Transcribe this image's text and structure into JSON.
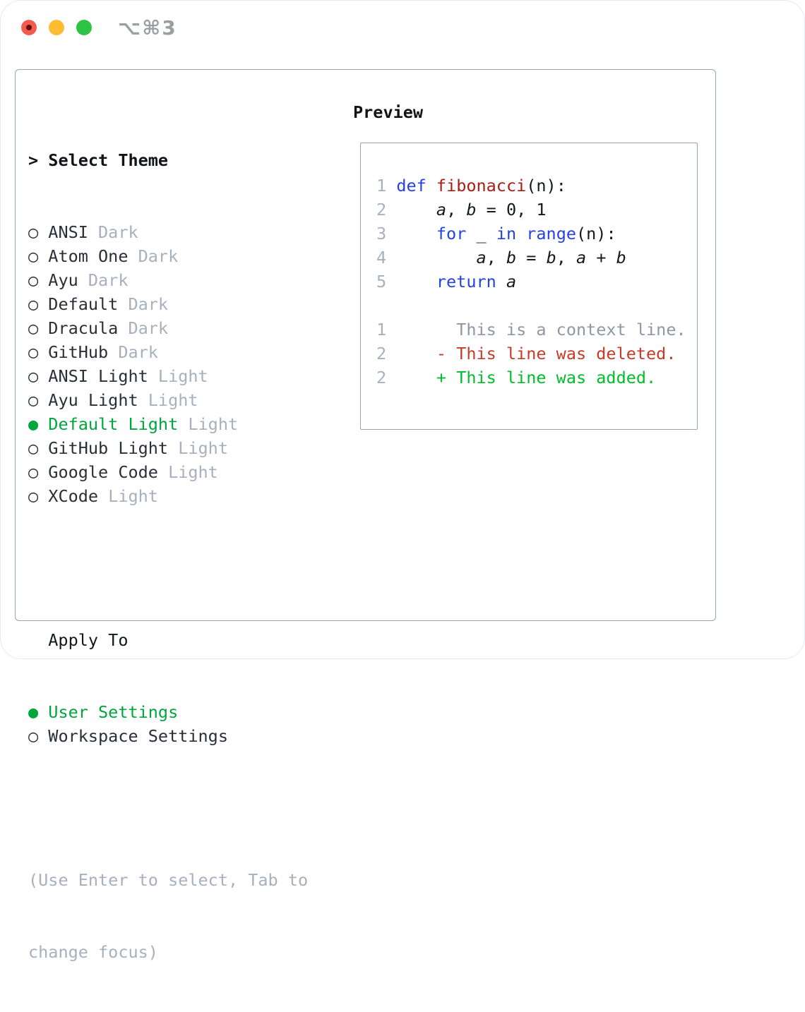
{
  "titlebar": {
    "shortcut": "⌥⌘3",
    "buttons": [
      "close",
      "minimize",
      "zoom"
    ]
  },
  "panel": {
    "theme_section": {
      "prefix": "> ",
      "title": "Select Theme",
      "markers": {
        "selected": "●",
        "unselected": "○"
      },
      "items": [
        {
          "name": "ANSI",
          "variant": "Dark",
          "selected": false
        },
        {
          "name": "Atom One",
          "variant": "Dark",
          "selected": false
        },
        {
          "name": "Ayu",
          "variant": "Dark",
          "selected": false
        },
        {
          "name": "Default",
          "variant": "Dark",
          "selected": false
        },
        {
          "name": "Dracula",
          "variant": "Dark",
          "selected": false
        },
        {
          "name": "GitHub",
          "variant": "Dark",
          "selected": false
        },
        {
          "name": "ANSI Light",
          "variant": "Light",
          "selected": false
        },
        {
          "name": "Ayu Light",
          "variant": "Light",
          "selected": false
        },
        {
          "name": "Default Light",
          "variant": "Light",
          "selected": true
        },
        {
          "name": "GitHub Light",
          "variant": "Light",
          "selected": false
        },
        {
          "name": "Google Code",
          "variant": "Light",
          "selected": false
        },
        {
          "name": "XCode",
          "variant": "Light",
          "selected": false
        }
      ]
    },
    "apply_section": {
      "title": "Apply To",
      "items": [
        {
          "name": "User Settings",
          "selected": true
        },
        {
          "name": "Workspace Settings",
          "selected": false
        }
      ]
    },
    "hint_lines": [
      "(Use Enter to select, Tab to",
      "change focus)"
    ]
  },
  "preview": {
    "title": "Preview",
    "lines": [
      {
        "num": "1",
        "segs": [
          [
            "def",
            "kw"
          ],
          [
            " ",
            "p"
          ],
          [
            "fibonacci",
            "fn"
          ],
          [
            "(n):",
            "p"
          ]
        ]
      },
      {
        "num": "2",
        "segs": [
          [
            "    ",
            "p"
          ],
          [
            "a",
            "v"
          ],
          [
            ", ",
            "p"
          ],
          [
            "b",
            "v"
          ],
          [
            " = 0, 1",
            "p"
          ]
        ]
      },
      {
        "num": "3",
        "segs": [
          [
            "    ",
            "p"
          ],
          [
            "for",
            "kw"
          ],
          [
            " _ ",
            "p"
          ],
          [
            "in",
            "kw"
          ],
          [
            " ",
            "p"
          ],
          [
            "range",
            "kw"
          ],
          [
            "(n):",
            "p"
          ]
        ]
      },
      {
        "num": "4",
        "segs": [
          [
            "        ",
            "p"
          ],
          [
            "a",
            "v"
          ],
          [
            ", ",
            "p"
          ],
          [
            "b",
            "v"
          ],
          [
            " = ",
            "p"
          ],
          [
            "b",
            "v"
          ],
          [
            ", ",
            "p"
          ],
          [
            "a",
            "v"
          ],
          [
            " + ",
            "p"
          ],
          [
            "b",
            "v"
          ]
        ]
      },
      {
        "num": "5",
        "segs": [
          [
            "    ",
            "p"
          ],
          [
            "return",
            "kw"
          ],
          [
            " ",
            "p"
          ],
          [
            "a",
            "v"
          ]
        ]
      },
      {
        "num": "",
        "segs": []
      },
      {
        "num": "1",
        "segs": [
          [
            "      This is a context line.",
            "ctx"
          ]
        ]
      },
      {
        "num": "2",
        "segs": [
          [
            "    - This line was deleted.",
            "del"
          ]
        ]
      },
      {
        "num": "2",
        "segs": [
          [
            "    + This line was added.",
            "add"
          ]
        ]
      }
    ]
  },
  "colors": {
    "accent_green": "#00a53c",
    "added_green": "#00bd2b",
    "deleted_red": "#c63a28",
    "keyword_blue": "#2442e4",
    "function_red": "#a81d15",
    "code_text": "#15181d",
    "context_gray": "#8e98a4",
    "muted_gray": "#a7b0bd",
    "item_text": "#2a2f37",
    "border_gray": "#98a2b0",
    "traffic_red": "#f35b50",
    "traffic_yellow": "#fcbd30",
    "traffic_green": "#2ec347"
  }
}
